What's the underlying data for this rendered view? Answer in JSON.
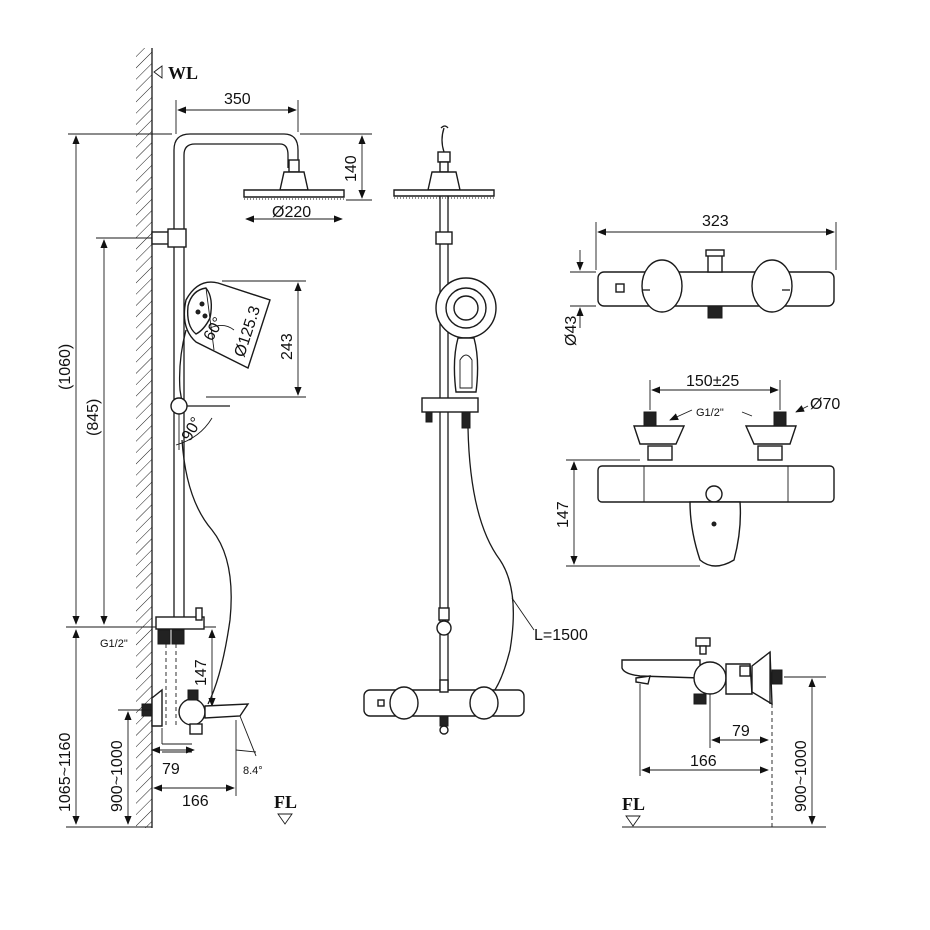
{
  "labels": {
    "wall": "WL",
    "floor_left": "FL",
    "floor_right": "FL",
    "hose_length": "L=1500"
  },
  "dimensions": {
    "arm_reach": "350",
    "head_drop": "140",
    "head_diameter": "Ø220",
    "total_height": "(1060)",
    "rail_height": "(845)",
    "handshower_angle": "60°",
    "handshower_diameter": "Ø125.3",
    "handshower_height": "243",
    "holder_angle": "90°",
    "inlet_thread_left": "G1/2\"",
    "mixer_height_left": "147",
    "install_height": "1065~1160",
    "mixer_floor_left": "900~1000",
    "spout_79_left": "79",
    "spout_166_left": "166",
    "spout_angle": "8.4°",
    "body_width": "323",
    "body_diameter": "Ø43",
    "inlet_spacing": "150±25",
    "inlet_thread_right": "G1/2\"",
    "eccentric_diameter": "Ø70",
    "mixer_height_right": "147",
    "spout_79_right": "79",
    "spout_166_right": "166",
    "mixer_floor_right": "900~1000"
  }
}
